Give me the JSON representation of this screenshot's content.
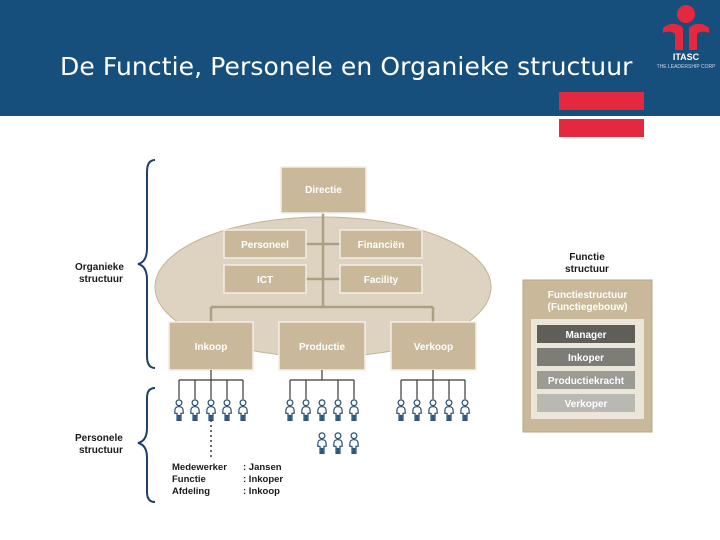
{
  "slide": {
    "title": "De Functie, Personele en Organieke structuur"
  },
  "logo": {
    "name": "ITASC",
    "tagline": "THE LEADERSHIP CORP",
    "color": "#e3283f"
  },
  "colors": {
    "header_bg": "#164f7c",
    "accent_red": "#e3283f",
    "box_fill": "#c9b99a",
    "ellipse_fill": "#ddd3c0",
    "line_tan": "#ad9f84",
    "dark_text": "#1a1a1a"
  },
  "diagram": {
    "labels": {
      "organieke": [
        "Organieke",
        "structuur"
      ],
      "personele": [
        "Personele",
        "structuur"
      ],
      "functie": [
        "Functie",
        "structuur"
      ]
    },
    "boxes": {
      "directie": "Directie",
      "personeel": "Personeel",
      "financien": "Financiën",
      "ict": "ICT",
      "facility": "Facility",
      "inkoop": "Inkoop",
      "productie": "Productie",
      "verkoop": "Verkoop"
    },
    "details": [
      {
        "key": "Medewerker",
        "value": ": Jansen"
      },
      {
        "key": "Functie",
        "value": ": Inkoper"
      },
      {
        "key": "Afdeling",
        "value": ": Inkoop"
      }
    ],
    "functiestructuur": {
      "title": "Functiestructuur",
      "subtitle": "(Functiegebouw)",
      "items": [
        "Manager",
        "Inkoper",
        "Productiekracht",
        "Verkoper"
      ]
    }
  }
}
